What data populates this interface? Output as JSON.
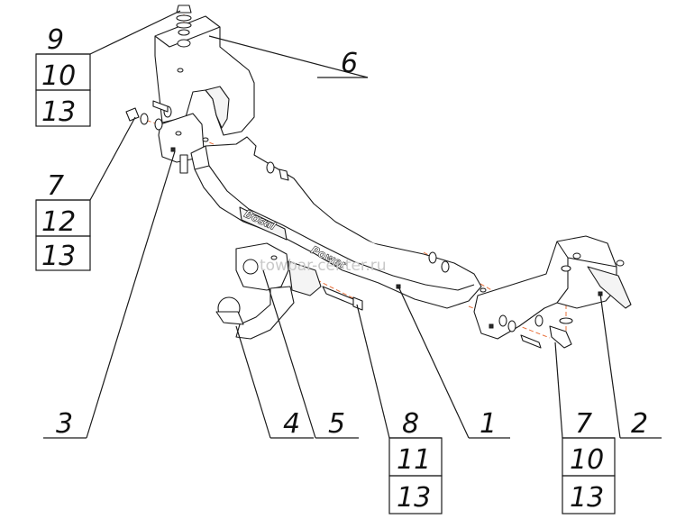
{
  "watermark": "towbar-center.ru",
  "emboss": {
    "brand": "Bosal",
    "power": "Power"
  },
  "callouts": [
    {
      "id": "stack-top-left",
      "labels": [
        "9",
        "10",
        "13"
      ]
    },
    {
      "id": "stack-mid-left",
      "labels": [
        "7",
        "12",
        "13"
      ]
    },
    {
      "id": "single-6",
      "labels": [
        "6"
      ]
    },
    {
      "id": "single-3",
      "labels": [
        "3"
      ]
    },
    {
      "id": "single-4",
      "labels": [
        "4"
      ]
    },
    {
      "id": "single-5",
      "labels": [
        "5"
      ]
    },
    {
      "id": "stack-bottom-center",
      "labels": [
        "8",
        "11",
        "13"
      ]
    },
    {
      "id": "single-1",
      "labels": [
        "1"
      ]
    },
    {
      "id": "stack-bottom-right",
      "labels": [
        "7",
        "10",
        "13"
      ]
    },
    {
      "id": "single-2",
      "labels": [
        "2"
      ]
    }
  ]
}
